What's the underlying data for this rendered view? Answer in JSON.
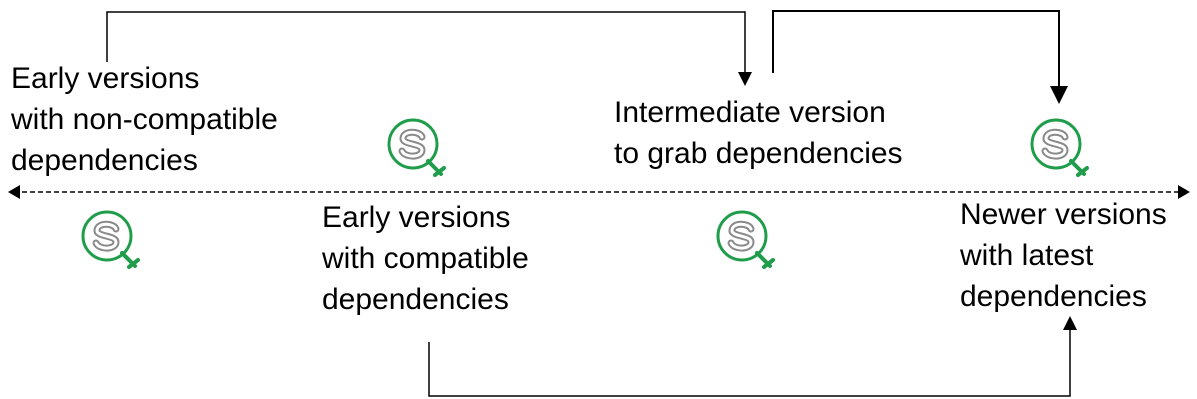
{
  "colors": {
    "line": "#000000",
    "logo_green": "#1f9d4b",
    "logo_gray": "#8a8a8a",
    "background": "#ffffff"
  },
  "logo_icon": "shiny-s-magnifier-icon",
  "labels": {
    "early_non_compatible": [
      "Early versions",
      "with non-compatible",
      "dependencies"
    ],
    "early_compatible": [
      "Early versions",
      "with compatible",
      "dependencies"
    ],
    "intermediate": [
      "Intermediate version",
      "to grab dependencies"
    ],
    "newer": [
      "Newer versions",
      "with latest",
      "dependencies"
    ]
  }
}
